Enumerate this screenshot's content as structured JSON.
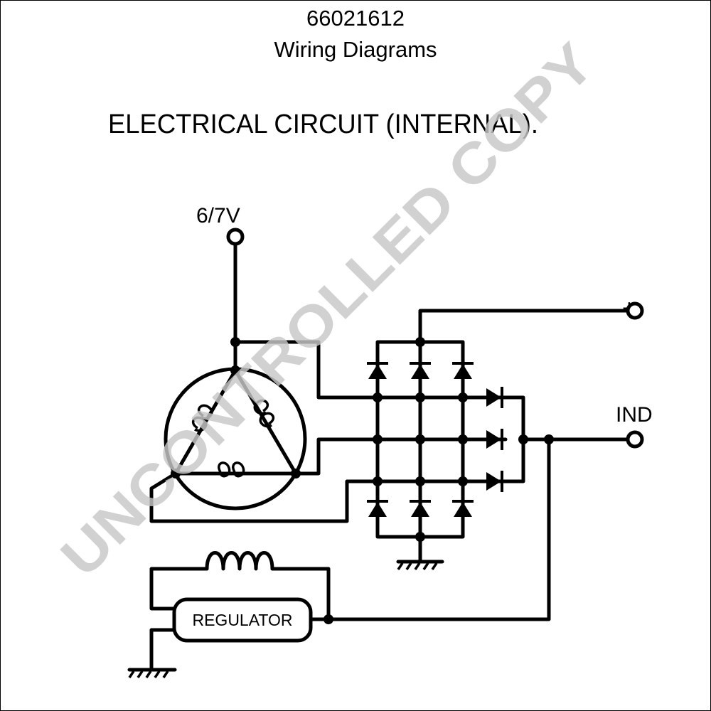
{
  "header": {
    "part_number": "66021612",
    "doc_title": "Wiring Diagrams"
  },
  "diagram": {
    "heading": "ELECTRICAL CIRCUIT (INTERNAL).",
    "terminals": {
      "voltage": "6/7V",
      "positive": "+",
      "indicator": "IND"
    },
    "regulator_label": "REGULATOR",
    "watermark": "UNCONTROLLED COPY"
  }
}
